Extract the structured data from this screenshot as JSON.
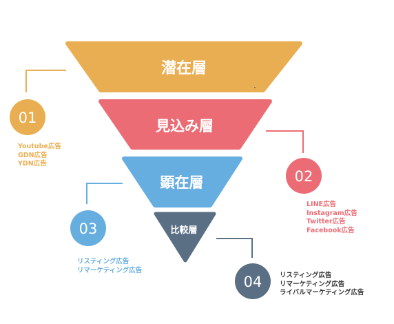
{
  "layers": [
    {
      "label": "潜在層",
      "color": "#EAAE52"
    },
    {
      "label": "見込み層",
      "color": "#EB6C74"
    },
    {
      "label": "顕在層",
      "color": "#66AEE0"
    },
    {
      "label": "比較層",
      "color": "#5A6E84"
    }
  ],
  "steps": [
    {
      "number": "01",
      "color": "#EAAE52",
      "items": [
        "Youtube広告",
        "GDN広告",
        "YDN広告"
      ]
    },
    {
      "number": "02",
      "color": "#EB6C74",
      "items": [
        "LINE広告",
        "Instagram広告",
        "Twitter広告",
        "Facebook広告"
      ]
    },
    {
      "number": "03",
      "color": "#66AEE0",
      "items": [
        "リスティング広告",
        "リマーケティング広告"
      ]
    },
    {
      "number": "04",
      "color": "#5A6E84",
      "items": [
        "リスティング広告",
        "リマーケティング広告",
        "ライバルマーケティング広告"
      ]
    }
  ],
  "note_color_04": "#333333"
}
